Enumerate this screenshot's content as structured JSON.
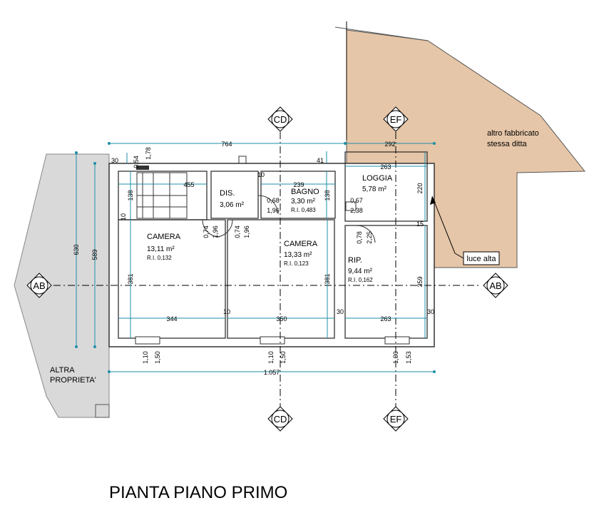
{
  "title": "PIANTA PIANO PRIMO",
  "section_markers": {
    "cd": "CD",
    "ef": "EF",
    "ab": "AB"
  },
  "rooms": {
    "dis": {
      "name": "DIS.",
      "area": "3,06 m²"
    },
    "bagno": {
      "name": "BAGNO",
      "area": "3,30 m²",
      "ri": "R.I. 0,483"
    },
    "loggia": {
      "name": "LOGGIA",
      "area": "5,78 m²"
    },
    "camera1": {
      "name": "CAMERA",
      "area": "13,11 m²",
      "ri": "R.I. 0,132"
    },
    "camera2": {
      "name": "CAMERA",
      "area": "13,33 m²",
      "ri": "R.I. 0,123"
    },
    "rip": {
      "name": "RIP.",
      "area": "9,44 m²",
      "ri": "R.I. 0,162"
    }
  },
  "labels": {
    "altro_fabbricato_1": "altro fabbricato",
    "altro_fabbricato_2": "stessa ditta",
    "altra_proprieta_1": "ALTRA",
    "altra_proprieta_2": "PROPRIETA'",
    "luce_alta": "luce alta"
  },
  "dimensions": {
    "d764": "764",
    "d292": "292",
    "d263_top": "263",
    "d30_top": "30",
    "d054": "0,54",
    "d178": "1,78",
    "d41": "41",
    "d10_top": "10",
    "d455": "455",
    "d239": "239",
    "d138_a": "138",
    "d138_b": "138",
    "d220": "220",
    "d15": "15",
    "d068": "0,68",
    "d196_a": "1,96",
    "d067": "0,67",
    "d238": "2,38",
    "d10_left": "10",
    "d074_a": "0,74",
    "d196_b": "1,96",
    "d074_b": "0,74",
    "d196_c": "1,96",
    "d078": "0,78",
    "d225": "2,25",
    "d630": "630",
    "d589": "589",
    "d381_a": "381",
    "d381_b": "381",
    "d359": "359",
    "d344": "344",
    "d10_mid": "10",
    "d350": "350",
    "d30_mid": "30",
    "d263_bottom": "263",
    "d30_right": "30",
    "d110_a": "1,10",
    "d150_a": "1,50",
    "d110_b": "1,10",
    "d150_b": "1,50",
    "d100": "1,00",
    "d153": "1,53",
    "d1057": "1.057"
  },
  "colors": {
    "other_building": "#e6c6a8",
    "other_property": "#d9d9d9",
    "dimension_line": "#1e8fa8"
  }
}
